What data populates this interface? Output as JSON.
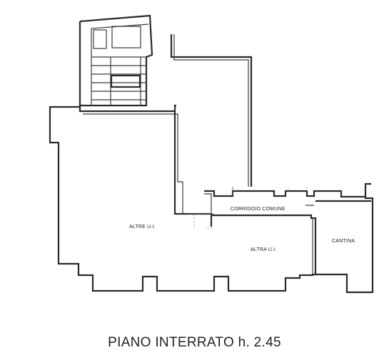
{
  "rooms": {
    "altre_uj": "ALTRE U.I.",
    "corridoio": "CORRIDOIO COMUNE",
    "altra_uj": "ALTRA U.I.",
    "cantina": "CANTINA"
  },
  "caption": "PIANO INTERRATO h. 2.45",
  "colors": {
    "line": "#2a2a2a",
    "background": "#ffffff"
  }
}
